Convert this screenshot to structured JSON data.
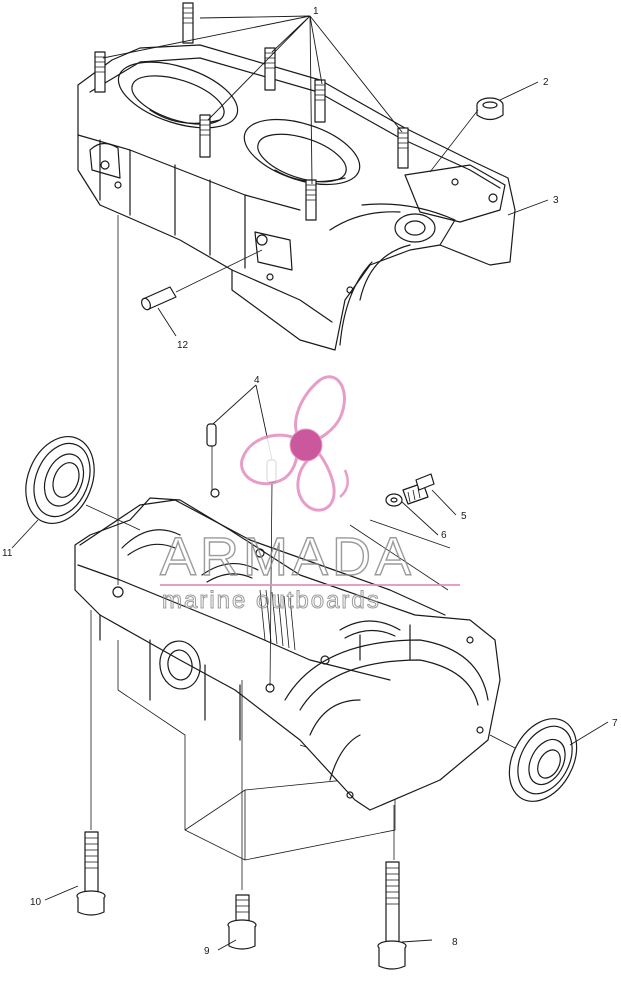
{
  "callouts": [
    {
      "num": "1",
      "part": "stud"
    },
    {
      "num": "2",
      "part": "plug"
    },
    {
      "num": "3",
      "part": "upper-crankcase"
    },
    {
      "num": "4",
      "part": "dowel-pin"
    },
    {
      "num": "5",
      "part": "drain-bolt"
    },
    {
      "num": "6",
      "part": "washer"
    },
    {
      "num": "7",
      "part": "oil-seal"
    },
    {
      "num": "8",
      "part": "bolt"
    },
    {
      "num": "9",
      "part": "bolt"
    },
    {
      "num": "10",
      "part": "bolt"
    },
    {
      "num": "11",
      "part": "oil-seal"
    },
    {
      "num": "12",
      "part": "pin"
    }
  ],
  "watermark": {
    "brand": "ARMADA",
    "tagline": "marine outboards",
    "logo_color": "#e48cc0",
    "logo_accent": "#c23a8c"
  }
}
